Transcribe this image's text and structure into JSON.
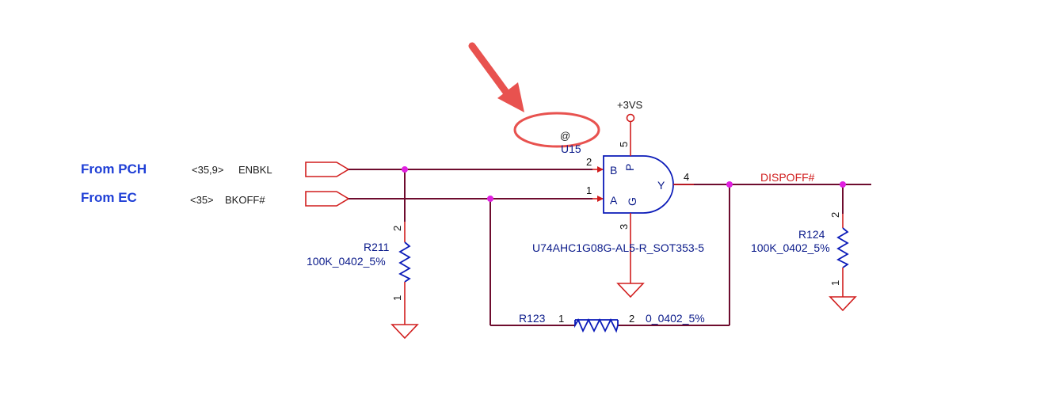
{
  "annotations": {
    "from_pch": "From PCH",
    "from_ec": "From EC"
  },
  "net_refs": {
    "enbkl_ref": "<35,9>",
    "bkoff_ref": "<35>"
  },
  "nets": {
    "enbkl": "ENBKL",
    "bkoff": "BKOFF#",
    "dispoff": "DISPOFF#",
    "power": "+3VS"
  },
  "u15": {
    "designator": "U15",
    "variant": "@",
    "part": "U74AHC1G08G-AL5-R_SOT353-5",
    "pin_b": "B",
    "pin_a": "A",
    "pin_y": "Y",
    "pin_p": "P",
    "pin_g": "G",
    "pin_num_b": "2",
    "pin_num_a": "1",
    "pin_num_y": "4",
    "pin_num_p": "5",
    "pin_num_g": "3"
  },
  "r211": {
    "designator": "R211",
    "value": "100K_0402_5%",
    "pin_top": "2",
    "pin_bottom": "1"
  },
  "r124": {
    "designator": "R124",
    "value": "100K_0402_5%",
    "pin_top": "2",
    "pin_bottom": "1"
  },
  "r123": {
    "designator": "R123",
    "value": "0_0402_5%",
    "pin_left": "1",
    "pin_right": "2"
  },
  "colors": {
    "wire": "#6e0c2e",
    "pin": "#d11d1d",
    "component": "#0a1ab8",
    "annotation": "#1f3fd6",
    "junction": "#e020e0",
    "highlight": "#e8524f"
  }
}
